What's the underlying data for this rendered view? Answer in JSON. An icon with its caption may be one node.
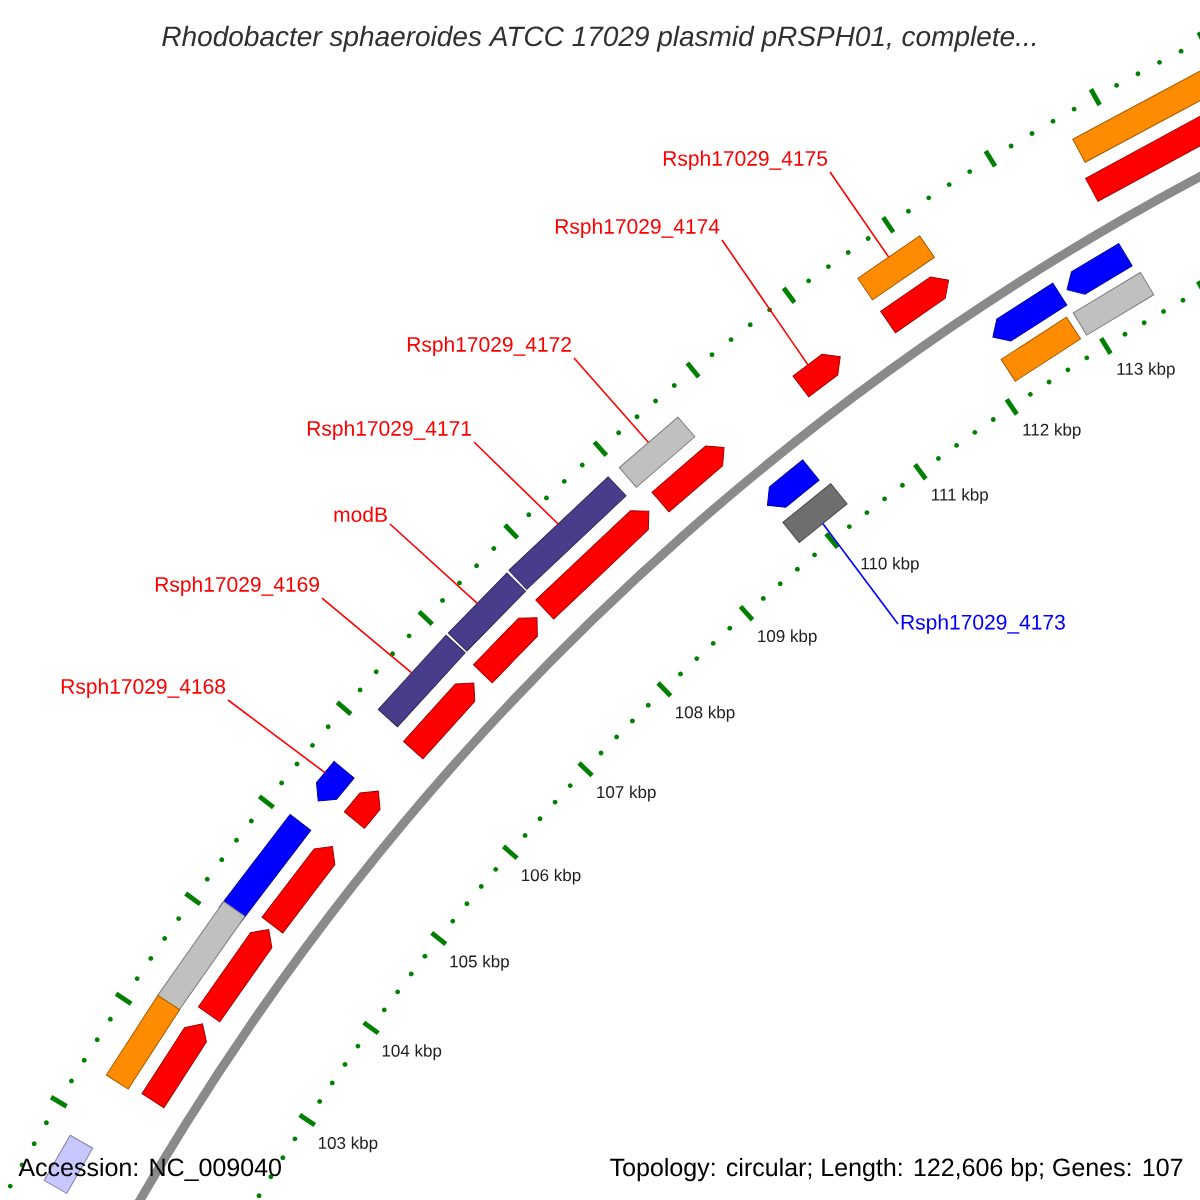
{
  "diagram": {
    "title": "Rhodobacter sphaeroides ATCC 17029 plasmid pRSPH01, complete...",
    "nodes": [
      {
        "text": [
          "Rsph17029_4175"
        ]
      },
      {
        "text": [
          "Rsph17029_4174"
        ]
      },
      {
        "text": [
          "Rsph17029_4172"
        ]
      },
      {
        "text": [
          "Rsph17029_4171"
        ]
      },
      {
        "text": [
          "modB"
        ]
      },
      {
        "text": [
          "Rsph17029_4169"
        ]
      },
      {
        "text": [
          "Rsph17029_4173"
        ]
      },
      {
        "text": [
          "Rsph17029_4168"
        ]
      },
      {
        "text": [],
        "shape": "box"
      },
      {
        "text": [],
        "shape": "arrow"
      },
      {
        "text": [],
        "shape": "arrow"
      },
      {
        "text": [],
        "shape": "box"
      },
      {
        "text": [],
        "shape": "arrow"
      },
      {
        "text": [],
        "shape": "box"
      },
      {
        "text": [],
        "shape": "arrow"
      },
      {
        "text": [],
        "shape": "box"
      },
      {
        "text": [],
        "shape": "arrow"
      },
      {
        "text": [],
        "shape": "box"
      },
      {
        "text": [],
        "shape": "arrow"
      },
      {
        "text": [],
        "shape": "arrow"
      },
      {
        "text": [],
        "shape": "box"
      },
      {
        "text": [],
        "shape": "box"
      },
      {
        "text": [],
        "shape": "arrow"
      },
      {
        "text": [],
        "shape": "box"
      },
      {
        "text": [],
        "shape": "arrow"
      },
      {
        "text": [],
        "shape": "box"
      },
      {
        "text": [],
        "shape": "arrow"
      },
      {
        "text": [],
        "shape": "arrow"
      },
      {
        "text": [],
        "shape": "arrow"
      },
      {
        "text": [],
        "shape": "box"
      },
      {
        "text": [],
        "shape": "arrow"
      },
      {
        "text": [],
        "shape": "box"
      },
      {
        "text": [],
        "shape": "arrow"
      },
      {
        "text": [],
        "shape": "box"
      },
      {
        "text": [],
        "shape": "arrow"
      },
      {
        "text": [],
        "shape": "box"
      }
    ],
    "edges": [
      {
        "from": 0,
        "to": 11,
        "arrow": "none"
      },
      {
        "from": 1,
        "to": 16,
        "arrow": "none"
      },
      {
        "from": 2,
        "to": 17,
        "arrow": "none"
      },
      {
        "from": 3,
        "to": 21,
        "arrow": "none"
      },
      {
        "from": 4,
        "to": 23,
        "arrow": "none"
      },
      {
        "from": 5,
        "to": 25,
        "arrow": "none"
      },
      {
        "from": 6,
        "to": 20,
        "arrow": "none",
        "color": "#0000ff"
      },
      {
        "from": 7,
        "to": 27,
        "arrow": "none"
      }
    ],
    "labels": [
      "113 kbp",
      "112 kbp",
      "111 kbp",
      "110 kbp",
      "109 kbp",
      "108 kbp",
      "107 kbp",
      "106 kbp",
      "105 kbp",
      "104 kbp",
      "103 kbp",
      "Accession: NC_009040",
      "Topology: circular; Length: 122,606 bp; Genes: 107"
    ]
  }
}
